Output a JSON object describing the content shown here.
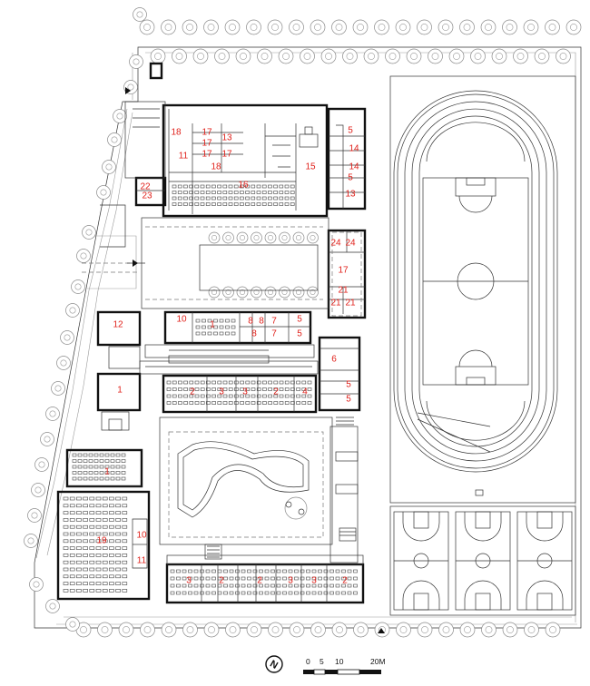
{
  "plan": {
    "rooms": [
      {
        "label": "18"
      },
      {
        "label": "17"
      },
      {
        "label": "17"
      },
      {
        "label": "17"
      },
      {
        "label": "13"
      },
      {
        "label": "17"
      },
      {
        "label": "11"
      },
      {
        "label": "18"
      },
      {
        "label": "16"
      },
      {
        "label": "15"
      },
      {
        "label": "5"
      },
      {
        "label": "14"
      },
      {
        "label": "14"
      },
      {
        "label": "5"
      },
      {
        "label": "13"
      },
      {
        "label": "22"
      },
      {
        "label": "23"
      },
      {
        "label": "24"
      },
      {
        "label": "24"
      },
      {
        "label": "17"
      },
      {
        "label": "21"
      },
      {
        "label": "21"
      },
      {
        "label": "21"
      },
      {
        "label": "12"
      },
      {
        "label": "10"
      },
      {
        "label": "1"
      },
      {
        "label": "8"
      },
      {
        "label": "8"
      },
      {
        "label": "7"
      },
      {
        "label": "8"
      },
      {
        "label": "7"
      },
      {
        "label": "5"
      },
      {
        "label": "5"
      },
      {
        "label": "6"
      },
      {
        "label": "5"
      },
      {
        "label": "5"
      },
      {
        "label": "1"
      },
      {
        "label": "2"
      },
      {
        "label": "3"
      },
      {
        "label": "3"
      },
      {
        "label": "2"
      },
      {
        "label": "4"
      },
      {
        "label": "1"
      },
      {
        "label": "19"
      },
      {
        "label": "10"
      },
      {
        "label": "11"
      },
      {
        "label": "3"
      },
      {
        "label": "2"
      },
      {
        "label": "2"
      },
      {
        "label": "3"
      },
      {
        "label": "3"
      },
      {
        "label": "2"
      }
    ]
  },
  "scale_bar": {
    "ticks": [
      "0",
      "5",
      "10",
      "20M"
    ]
  },
  "north_arrow": {
    "glyph": "N"
  },
  "colors": {
    "room_label": "#e0211b",
    "line": "#111111"
  }
}
